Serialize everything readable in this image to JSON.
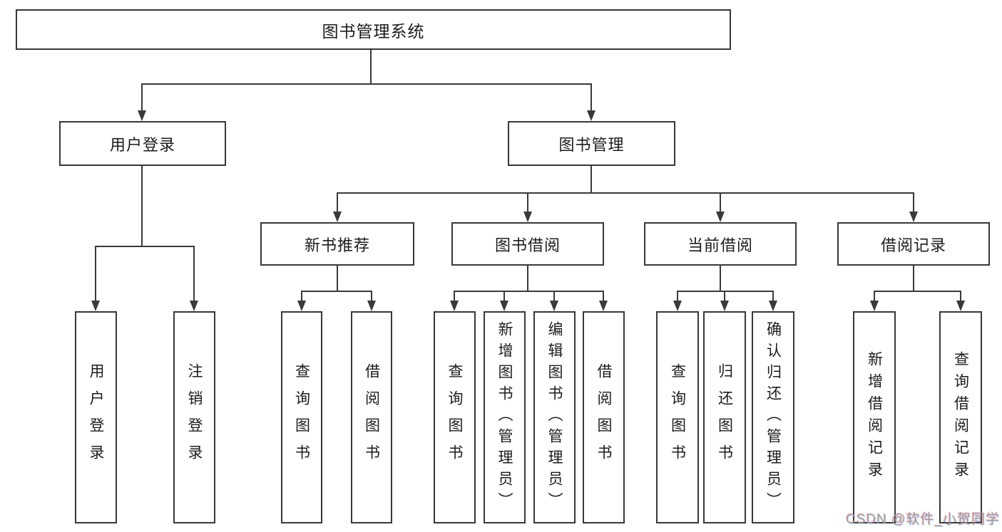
{
  "diagram": {
    "root": {
      "label": "图书管理系统"
    },
    "level2": [
      {
        "label": "用户登录"
      },
      {
        "label": "图书管理"
      }
    ],
    "level3": [
      {
        "label": "新书推荐"
      },
      {
        "label": "图书借阅"
      },
      {
        "label": "当前借阅"
      },
      {
        "label": "借阅记录"
      }
    ],
    "leaves": {
      "user_login": [
        "用户登录",
        "注销登录"
      ],
      "new_book": [
        "查询图书",
        "借阅图书"
      ],
      "book_borrow": [
        "查询图书",
        "新增图书（管理员）",
        "编辑图书（管理员）",
        "借阅图书"
      ],
      "current_borrow": [
        "查询图书",
        "归还图书",
        "确认归还（管理员）"
      ],
      "borrow_records": [
        "新增借阅记录",
        "查询借阅记录"
      ]
    },
    "colors": {
      "line": "#3a3a3a",
      "box_border": "#383838",
      "text": "#1c1c1c",
      "watermark": "#9e9e9e",
      "background": "#ffffff"
    }
  },
  "watermark": {
    "text": "CSDN @软件_小贺同学"
  }
}
